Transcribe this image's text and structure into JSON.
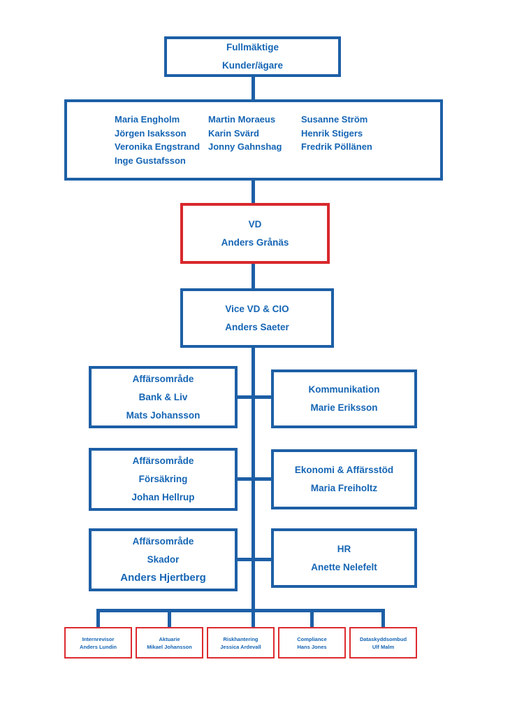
{
  "colors": {
    "line_blue": "#1d5fa6",
    "text_blue": "#1565b4",
    "highlight_red": "#d8282d"
  },
  "org": {
    "top_box": {
      "line1": "Fullmäktige",
      "line2": "Kunder/ägare"
    },
    "board": {
      "columns": [
        [
          "Maria Engholm",
          "Jörgen Isaksson",
          "Veronika Engstrand",
          "Inge Gustafsson"
        ],
        [
          "Martin Moraeus",
          "Karin Svärd",
          "Jonny Gahnshag"
        ],
        [
          "Susanne Ström",
          "Henrik Stigers",
          "Fredrik Pöllänen"
        ]
      ]
    },
    "vd": {
      "title": "VD",
      "name": "Anders Grånäs"
    },
    "vice_vd": {
      "title": "Vice VD & CIO",
      "name": "Anders Saeter"
    },
    "left_boxes": [
      {
        "line1": "Affärsområde",
        "line2": "Bank & Liv",
        "line3": "Mats Johansson"
      },
      {
        "line1": "Affärsområde",
        "line2": "Försäkring",
        "line3": "Johan Hellrup"
      },
      {
        "line1": "Affärsområde",
        "line2": "Skador",
        "line3": "Anders Hjertberg"
      }
    ],
    "right_boxes": [
      {
        "line1": "Kommunikation",
        "line2": "Marie Eriksson"
      },
      {
        "line1": "Ekonomi & Affärsstöd",
        "line2": "Maria Freiholtz"
      },
      {
        "line1": "HR",
        "line2": "Anette Nelefelt"
      }
    ],
    "staff_boxes": [
      {
        "role": "Internrevisor",
        "name": "Anders Lundin"
      },
      {
        "role": "Aktuarie",
        "name": "Mikael Johansson"
      },
      {
        "role": "Riskhantering",
        "name": "Jessica Ardevall"
      },
      {
        "role": "Compliance",
        "name": "Hans Jones"
      },
      {
        "role": "Dataskyddsombud",
        "name": "Ulf Malm"
      }
    ]
  }
}
